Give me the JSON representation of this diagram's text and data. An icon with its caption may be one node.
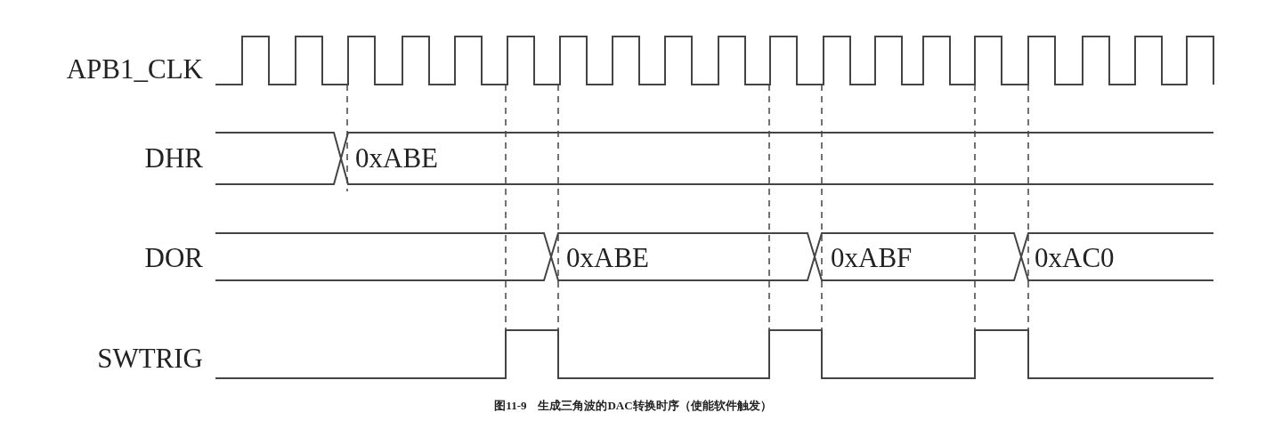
{
  "diagram": {
    "caption": "图11-9　生成三角波的DAC转换时序（使能软件触发）",
    "labels": [
      "APB1_CLK",
      "DHR",
      "0xABE",
      "DOR",
      "0xABE",
      "0xABF",
      "0xAC0",
      "SWTRIG"
    ]
  }
}
